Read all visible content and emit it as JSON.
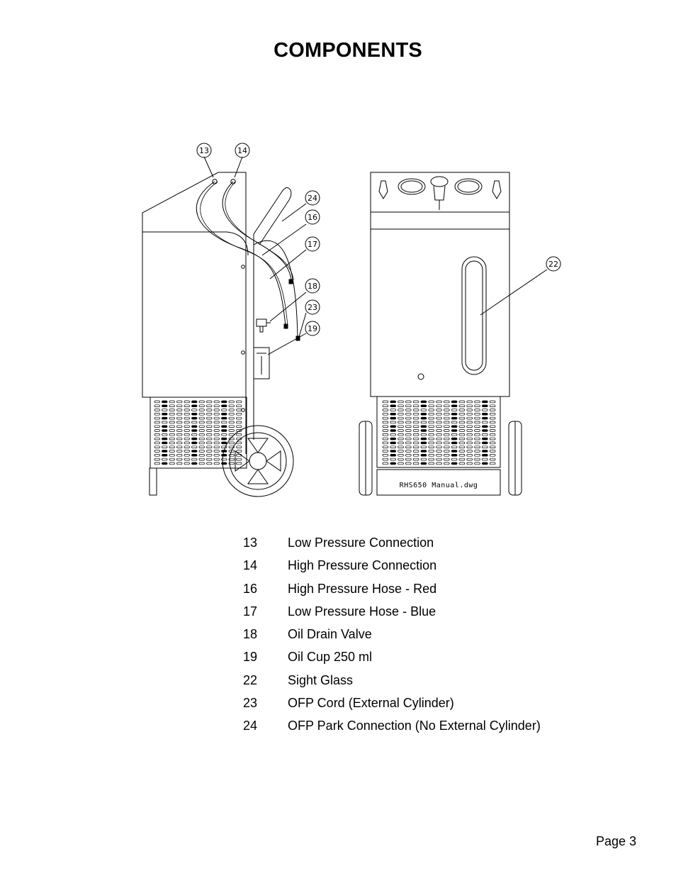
{
  "page": {
    "title": "COMPONENTS",
    "page_number": "Page 3"
  },
  "drawing": {
    "filename": "RHS650  Manual.dwg",
    "callouts": [
      "13",
      "14",
      "24",
      "16",
      "17",
      "18",
      "23",
      "19",
      "22"
    ]
  },
  "components": [
    {
      "num": "13",
      "label": "Low Pressure Connection"
    },
    {
      "num": "14",
      "label": "High Pressure Connection"
    },
    {
      "num": "16",
      "label": "High Pressure Hose - Red"
    },
    {
      "num": "17",
      "label": "Low Pressure Hose - Blue"
    },
    {
      "num": "18",
      "label": "Oil Drain Valve"
    },
    {
      "num": "19",
      "label": "Oil Cup 250 ml"
    },
    {
      "num": "22",
      "label": "Sight Glass"
    },
    {
      "num": "23",
      "label": "OFP Cord (External Cylinder)"
    },
    {
      "num": "24",
      "label": "OFP Park Connection (No External Cylinder)"
    }
  ]
}
